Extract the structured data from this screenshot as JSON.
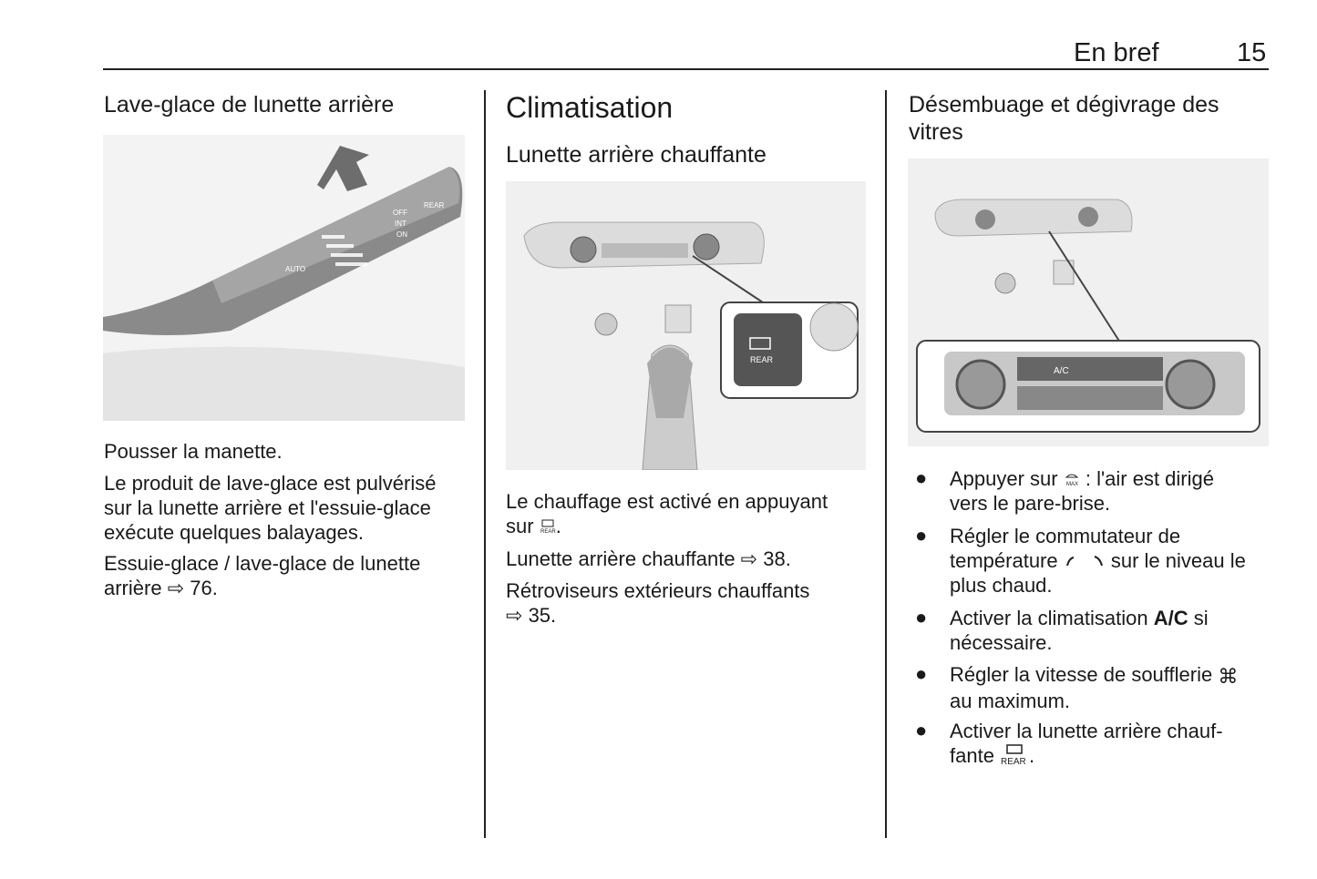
{
  "header": {
    "section": "En bref",
    "page": "15"
  },
  "col1": {
    "heading": "Lave-glace de lunette arrière",
    "figure_labels": {
      "off": "OFF",
      "int": "INT",
      "on": "ON",
      "rear": "REAR",
      "auto": "AUTO"
    },
    "p1": "Pousser la manette.",
    "p2": "Le produit de lave-glace est pulvérisé\nsur la lunette arrière et l'essuie-glace\nexécute quelques balayages.",
    "p3_a": "Essuie-glace / lave-glace de lunette\narrière ",
    "p3_ref": "76."
  },
  "col2": {
    "title": "Climatisation",
    "subheading": "Lunette arrière chauffante",
    "figure_labels": {
      "rear": "REAR"
    },
    "p1_a": "Le chauffage est activé en appuyant\nsur ",
    "p1_b": ".",
    "p2_a": "Lunette arrière chauffante ",
    "p2_ref": "38.",
    "p3_a": "Rétroviseurs extérieurs chauffants\n",
    "p3_ref": "35."
  },
  "col3": {
    "heading": "Désembuage et dégivrage des\nvitres",
    "figure_labels": {
      "ac": "A/C"
    },
    "bullets": [
      {
        "a": "Appuyer sur ",
        "b": " : l'air est dirigé\nvers le pare-brise."
      },
      {
        "a": "Régler le commutateur de\ntempérature ",
        "b": " sur le niveau le\nplus chaud."
      },
      {
        "a": "Activer la climatisation ",
        "bold": "A/C",
        "b": " si\nnécessaire."
      },
      {
        "a": "Régler la vitesse de soufflerie ",
        "b": "\nau maximum."
      },
      {
        "a": "Activer la lunette arrière chauf-\nfante ",
        "b": "."
      }
    ],
    "icon_labels": {
      "max": "MAX",
      "rear": "REAR"
    }
  },
  "ref_arrow": "⇨",
  "bullet_char": "●"
}
